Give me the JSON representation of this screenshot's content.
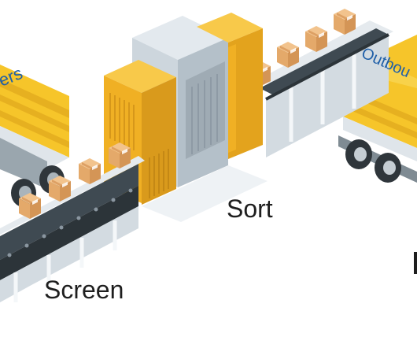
{
  "labels": {
    "sort": "Sort",
    "screen": "Screen",
    "left_truck": "ers",
    "right_truck": "Outbou"
  },
  "colors": {
    "truck_yellow": "#f6c52a",
    "truck_shadow": "#e2a91b",
    "machine_orange": "#f0b024",
    "machine_grey": "#c8d3db",
    "conveyor_belt": "#3f4a52",
    "box": "#e9b377",
    "text": "#1e1e1e",
    "truck_text": "#1f5fa8"
  },
  "icons": [
    "package-icon",
    "truck-icon",
    "conveyor-icon",
    "scanner-machine-icon"
  ]
}
